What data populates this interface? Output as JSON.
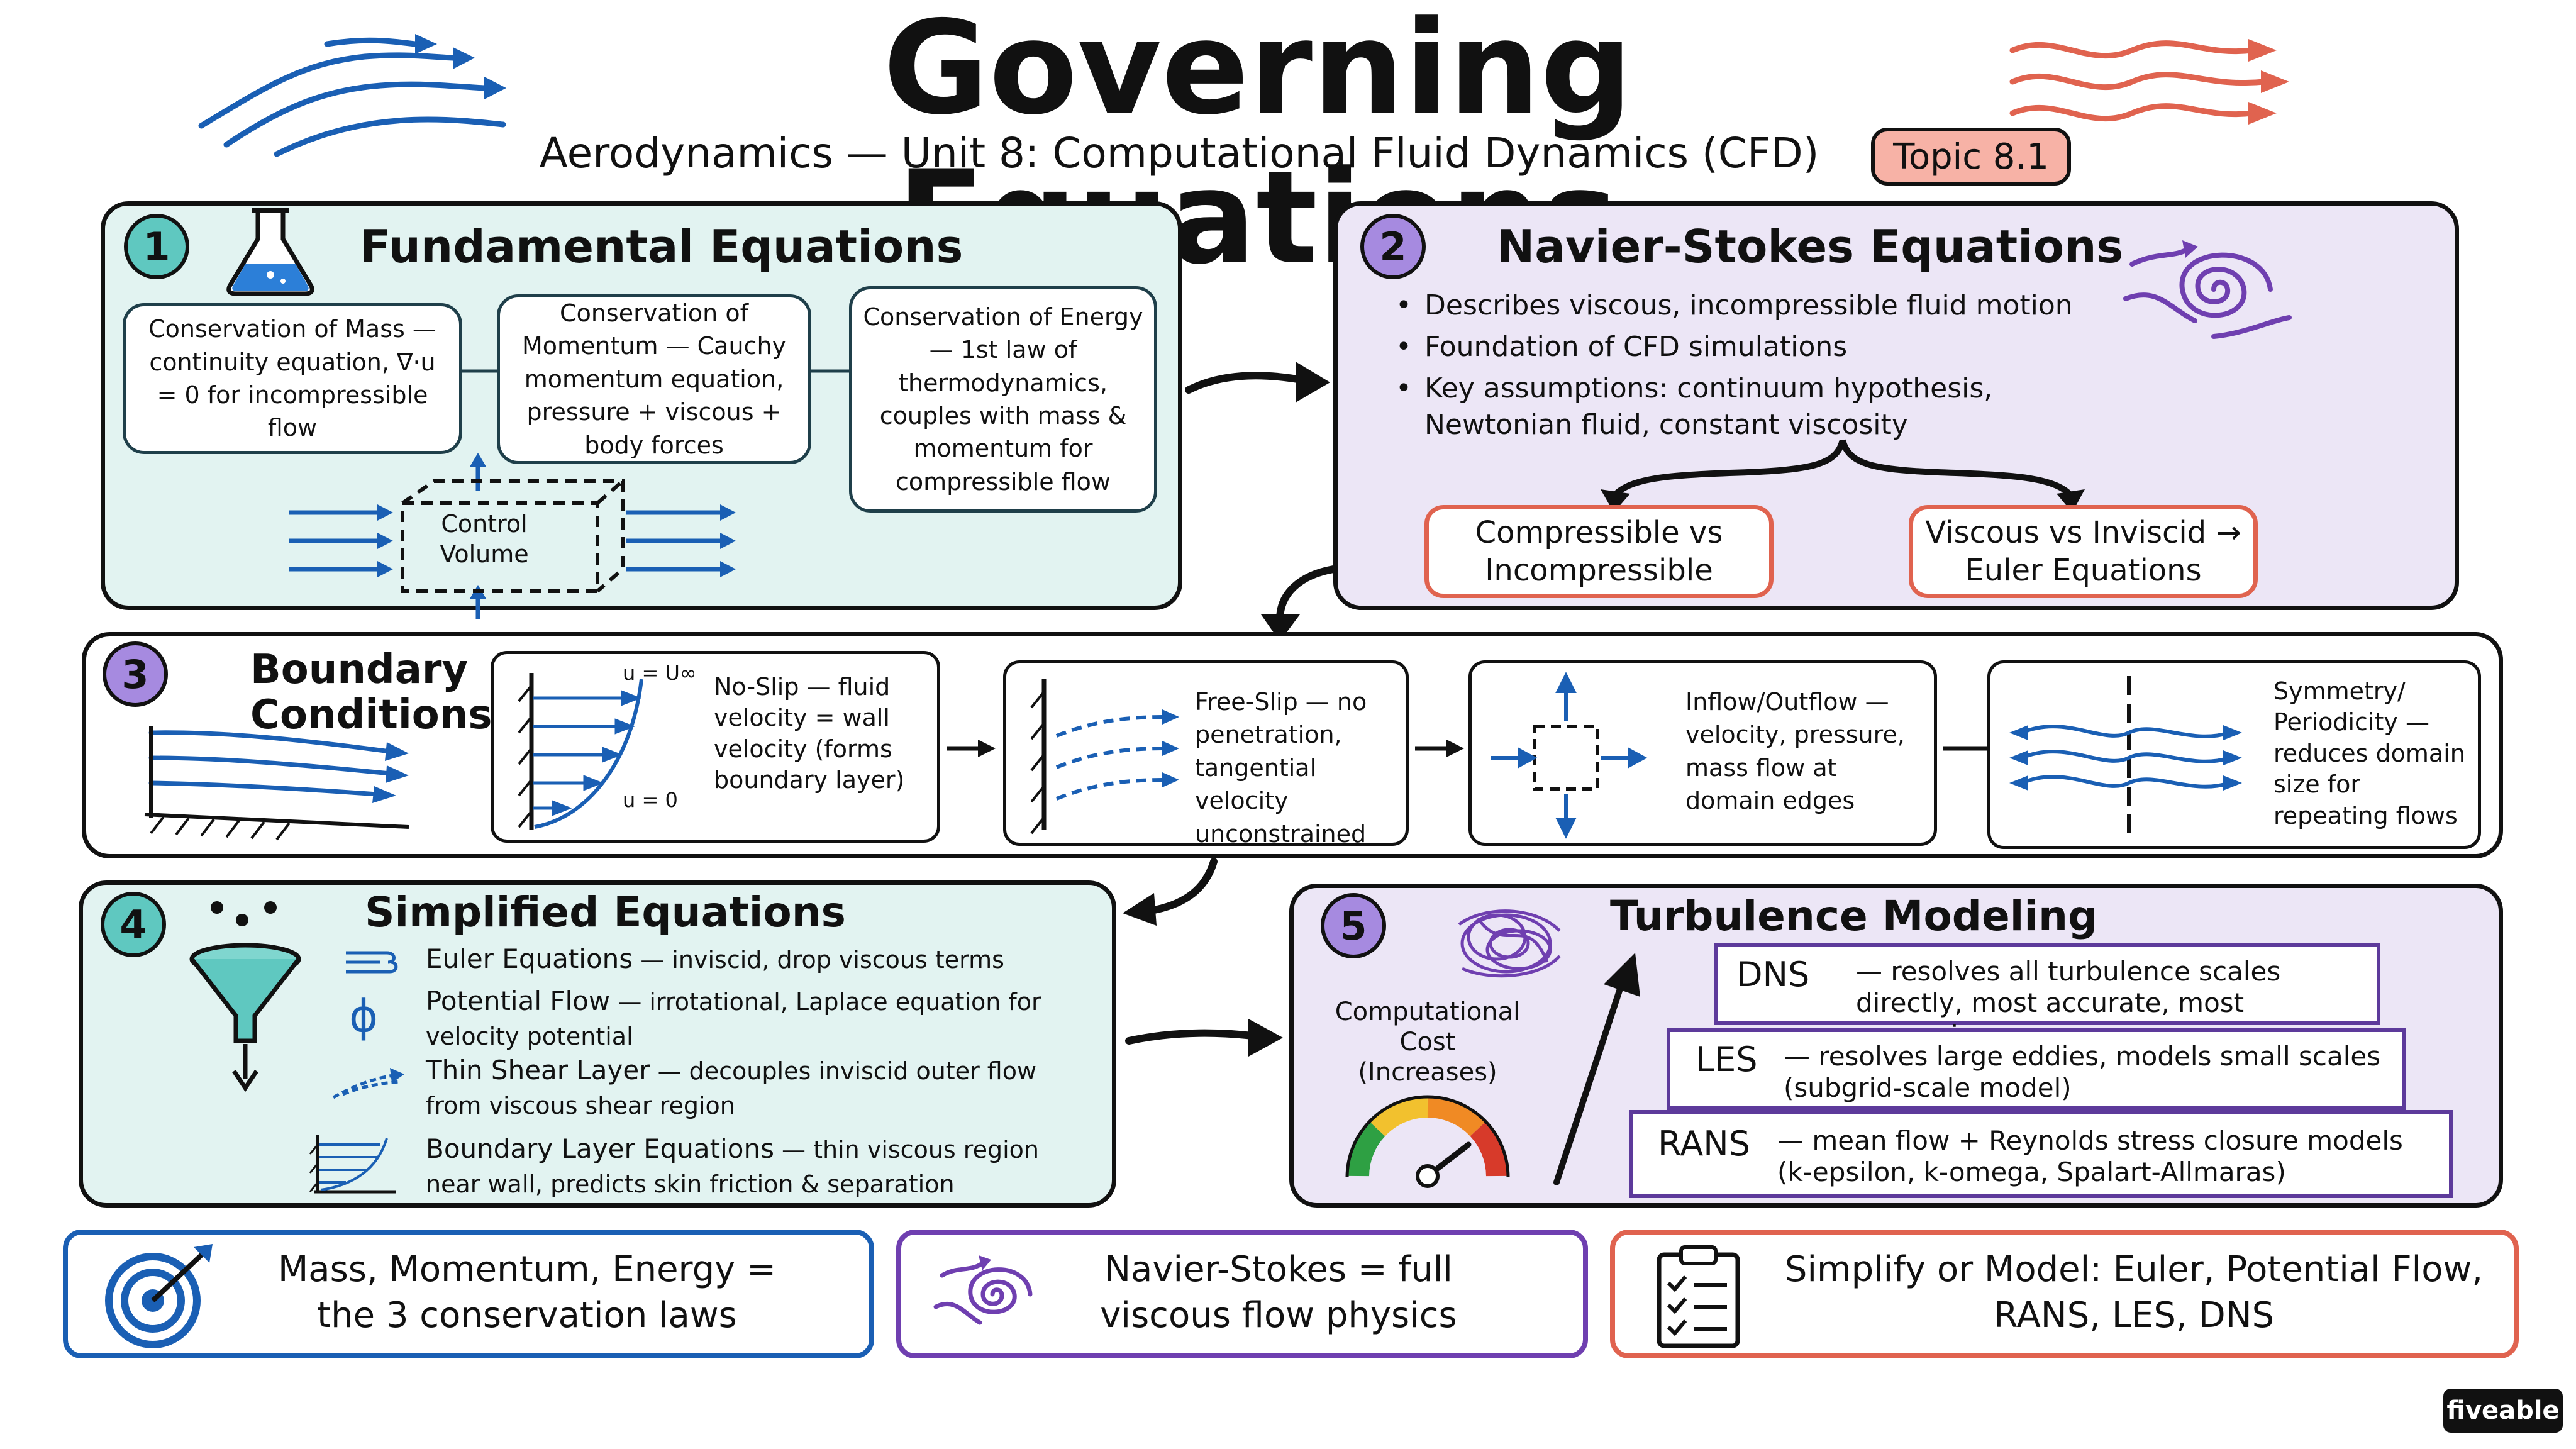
{
  "header": {
    "title": "Governing Equations",
    "subtitle": "Aerodynamics — Unit 8: Computational Fluid Dynamics (CFD)",
    "topic_badge": "Topic 8.1"
  },
  "colors": {
    "teal_panel": "#e2f3f1",
    "lavender_panel": "#ece6f6",
    "blue_accent": "#1a5fb4",
    "red_accent": "#e0634f",
    "purple_accent": "#6f3fb0"
  },
  "section1": {
    "number": "1",
    "title": "Fundamental Equations",
    "boxes": [
      {
        "text": "Conservation of Mass — continuity equation, ∇·u = 0 for incompressible flow"
      },
      {
        "text": "Conservation of Momentum — Cauchy momentum equation, pressure + viscous + body forces"
      },
      {
        "text": "Conservation of Energy — 1st law of thermodynamics, couples with mass & momentum for compressible flow"
      }
    ],
    "control_volume_label": "Control Volume"
  },
  "section2": {
    "number": "2",
    "title": "Navier-Stokes Equations",
    "bullets": [
      "Describes viscous, incompressible fluid motion",
      "Foundation of CFD simulations",
      "Key assumptions: continuum hypothesis, Newtonian fluid, constant viscosity"
    ],
    "branches": [
      "Compressible vs Incompressible",
      "Viscous vs Inviscid → Euler Equations"
    ]
  },
  "section3": {
    "number": "3",
    "title": "Boundary Conditions",
    "conditions": [
      {
        "label": "No-Slip — fluid velocity = wall velocity (forms boundary layer)",
        "top_label": "u = U∞",
        "bottom_label": "u = 0"
      },
      {
        "label": "Free-Slip — no penetration, tangential velocity unconstrained"
      },
      {
        "label": "Inflow/Outflow — velocity, pressure, mass flow at domain edges"
      },
      {
        "label": "Symmetry/ Periodicity — reduces domain size for repeating flows"
      }
    ]
  },
  "section4": {
    "number": "4",
    "title": "Simplified Equations",
    "items": [
      {
        "name": "Euler Equations",
        "desc": " — inviscid, drop viscous terms",
        "icon": "wind-icon"
      },
      {
        "name": "Potential Flow",
        "desc": " — irrotational, Laplace equation for velocity potential",
        "icon": "phi-icon"
      },
      {
        "name": "Thin Shear Layer",
        "desc": " — decouples inviscid outer flow from viscous shear region",
        "icon": "shear-icon"
      },
      {
        "name": "Boundary Layer Equations",
        "desc": " — thin viscous region near wall, predicts skin friction & separation",
        "icon": "boundary-layer-icon"
      }
    ]
  },
  "section5": {
    "number": "5",
    "title": "Turbulence Modeling",
    "cost_label": "Computational Cost (Increases)",
    "tiers": [
      {
        "name": "DNS",
        "desc": "— resolves all turbulence scales directly, most accurate, most expensive"
      },
      {
        "name": "LES",
        "desc": "— resolves large eddies, models small scales (subgrid-scale model)"
      },
      {
        "name": "RANS",
        "desc": "— mean flow + Reynolds stress closure models (k-epsilon, k-omega, Spalart-Allmaras)"
      }
    ]
  },
  "summary": [
    {
      "text": "Mass, Momentum, Energy = the 3 conservation laws",
      "icon": "target-icon"
    },
    {
      "text": "Navier-Stokes = full viscous flow physics",
      "icon": "vortex-icon"
    },
    {
      "text": "Simplify or Model: Euler, Potential Flow, RANS, LES, DNS",
      "icon": "clipboard-icon"
    }
  ],
  "brand": "fiveable"
}
